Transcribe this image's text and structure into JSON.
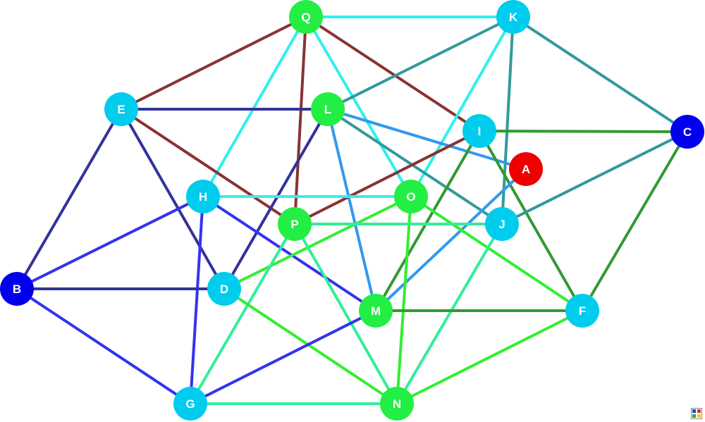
{
  "graph": {
    "nodes": [
      {
        "id": "Q",
        "label": "Q",
        "color": "#22ee44"
      },
      {
        "id": "K",
        "label": "K",
        "color": "#00ccee"
      },
      {
        "id": "E",
        "label": "E",
        "color": "#00ccee"
      },
      {
        "id": "L",
        "label": "L",
        "color": "#22ee44"
      },
      {
        "id": "I",
        "label": "I",
        "color": "#00ccee"
      },
      {
        "id": "C",
        "label": "C",
        "color": "#0000ee"
      },
      {
        "id": "A",
        "label": "A",
        "color": "#ee0000"
      },
      {
        "id": "H",
        "label": "H",
        "color": "#00ccee"
      },
      {
        "id": "O",
        "label": "O",
        "color": "#22ee44"
      },
      {
        "id": "P",
        "label": "P",
        "color": "#22ee44"
      },
      {
        "id": "J",
        "label": "J",
        "color": "#00ccee"
      },
      {
        "id": "B",
        "label": "B",
        "color": "#0000ee"
      },
      {
        "id": "D",
        "label": "D",
        "color": "#00ccee"
      },
      {
        "id": "M",
        "label": "M",
        "color": "#22ee44"
      },
      {
        "id": "F",
        "label": "F",
        "color": "#00ccee"
      },
      {
        "id": "G",
        "label": "G",
        "color": "#00ccee"
      },
      {
        "id": "N",
        "label": "N",
        "color": "#22ee44"
      }
    ],
    "edges": [
      {
        "from": "Q",
        "to": "K",
        "color": "#33eeee"
      },
      {
        "from": "Q",
        "to": "E",
        "color": "#883333"
      },
      {
        "from": "Q",
        "to": "P",
        "color": "#883333"
      },
      {
        "from": "Q",
        "to": "I",
        "color": "#883333"
      },
      {
        "from": "Q",
        "to": "H",
        "color": "#33eeee"
      },
      {
        "from": "Q",
        "to": "O",
        "color": "#33eeee"
      },
      {
        "from": "K",
        "to": "L",
        "color": "#339999"
      },
      {
        "from": "K",
        "to": "C",
        "color": "#339999"
      },
      {
        "from": "K",
        "to": "O",
        "color": "#33eeee"
      },
      {
        "from": "K",
        "to": "J",
        "color": "#339999"
      },
      {
        "from": "E",
        "to": "L",
        "color": "#333399"
      },
      {
        "from": "E",
        "to": "B",
        "color": "#333399"
      },
      {
        "from": "E",
        "to": "D",
        "color": "#333399"
      },
      {
        "from": "E",
        "to": "P",
        "color": "#883333"
      },
      {
        "from": "L",
        "to": "A",
        "color": "#3399ee"
      },
      {
        "from": "L",
        "to": "J",
        "color": "#339999"
      },
      {
        "from": "L",
        "to": "M",
        "color": "#3399ee"
      },
      {
        "from": "L",
        "to": "D",
        "color": "#333399"
      },
      {
        "from": "I",
        "to": "C",
        "color": "#339933"
      },
      {
        "from": "I",
        "to": "P",
        "color": "#883333"
      },
      {
        "from": "I",
        "to": "M",
        "color": "#339933"
      },
      {
        "from": "I",
        "to": "F",
        "color": "#339933"
      },
      {
        "from": "C",
        "to": "J",
        "color": "#339999"
      },
      {
        "from": "C",
        "to": "F",
        "color": "#339933"
      },
      {
        "from": "A",
        "to": "M",
        "color": "#3399ee"
      },
      {
        "from": "H",
        "to": "O",
        "color": "#33eeee"
      },
      {
        "from": "H",
        "to": "B",
        "color": "#3333ee"
      },
      {
        "from": "H",
        "to": "M",
        "color": "#3333ee"
      },
      {
        "from": "H",
        "to": "G",
        "color": "#3333ee"
      },
      {
        "from": "O",
        "to": "D",
        "color": "#33ee33"
      },
      {
        "from": "O",
        "to": "F",
        "color": "#33ee33"
      },
      {
        "from": "O",
        "to": "N",
        "color": "#33ee33"
      },
      {
        "from": "P",
        "to": "J",
        "color": "#33ee99"
      },
      {
        "from": "P",
        "to": "G",
        "color": "#33ee99"
      },
      {
        "from": "P",
        "to": "N",
        "color": "#33ee99"
      },
      {
        "from": "J",
        "to": "N",
        "color": "#33ee99"
      },
      {
        "from": "B",
        "to": "D",
        "color": "#333399"
      },
      {
        "from": "B",
        "to": "G",
        "color": "#3333ee"
      },
      {
        "from": "D",
        "to": "N",
        "color": "#33ee33"
      },
      {
        "from": "M",
        "to": "F",
        "color": "#339933"
      },
      {
        "from": "M",
        "to": "G",
        "color": "#3333ee"
      },
      {
        "from": "F",
        "to": "N",
        "color": "#33ee33"
      },
      {
        "from": "G",
        "to": "N",
        "color": "#33ee99"
      }
    ]
  }
}
